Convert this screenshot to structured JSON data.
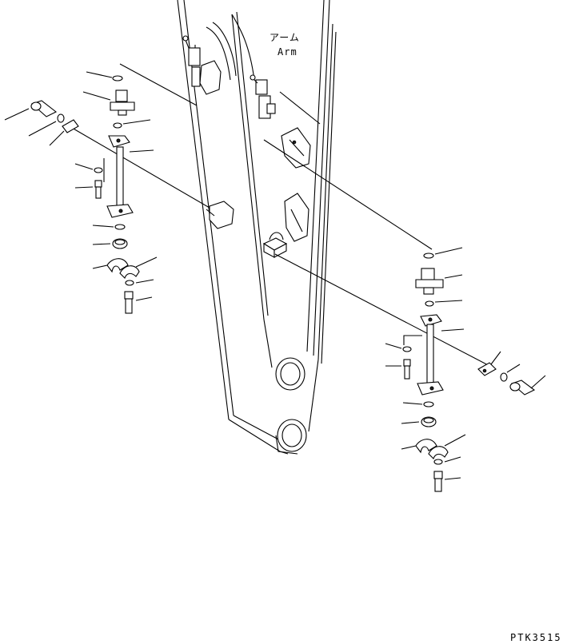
{
  "labels": {
    "arm_jp": "アーム",
    "arm_en": "Arm",
    "drawing_code": "PTK3515"
  },
  "colors": {
    "ink": "#000000",
    "paper": "#ffffff"
  }
}
